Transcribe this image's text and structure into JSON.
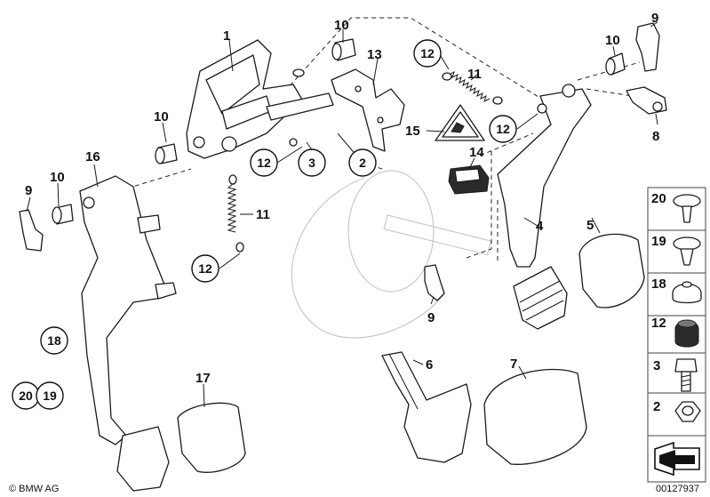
{
  "diagram": {
    "labels_plain": [
      {
        "id": "l1",
        "text": "1"
      },
      {
        "id": "l10a",
        "text": "10"
      },
      {
        "id": "l13",
        "text": "13"
      },
      {
        "id": "l11a",
        "text": "11"
      },
      {
        "id": "l10b",
        "text": "10"
      },
      {
        "id": "l9a",
        "text": "9"
      },
      {
        "id": "l10c",
        "text": "10"
      },
      {
        "id": "l8",
        "text": "8"
      },
      {
        "id": "l15",
        "text": "15"
      },
      {
        "id": "l14",
        "text": "14"
      },
      {
        "id": "l16",
        "text": "16"
      },
      {
        "id": "l9b",
        "text": "9"
      },
      {
        "id": "l10d",
        "text": "10"
      },
      {
        "id": "l11b",
        "text": "11"
      },
      {
        "id": "l4",
        "text": "4"
      },
      {
        "id": "l5",
        "text": "5"
      },
      {
        "id": "l9c",
        "text": "9"
      },
      {
        "id": "l6",
        "text": "6"
      },
      {
        "id": "l7",
        "text": "7"
      },
      {
        "id": "l17",
        "text": "17"
      }
    ],
    "labels_circled": [
      {
        "id": "c12a",
        "text": "12"
      },
      {
        "id": "c12b",
        "text": "12"
      },
      {
        "id": "c3",
        "text": "3"
      },
      {
        "id": "c2",
        "text": "2"
      },
      {
        "id": "c12c",
        "text": "12"
      },
      {
        "id": "c12d",
        "text": "12"
      },
      {
        "id": "c18",
        "text": "18"
      },
      {
        "id": "c20",
        "text": "20"
      },
      {
        "id": "c19",
        "text": "19"
      }
    ],
    "side_panel": [
      {
        "id": "s20",
        "text": "20"
      },
      {
        "id": "s19",
        "text": "19"
      },
      {
        "id": "s18",
        "text": "18"
      },
      {
        "id": "s12",
        "text": "12"
      },
      {
        "id": "s3",
        "text": "3"
      },
      {
        "id": "s2",
        "text": "2"
      }
    ],
    "footer": {
      "copyright": "© BMW AG",
      "image_number": "00127937"
    }
  }
}
